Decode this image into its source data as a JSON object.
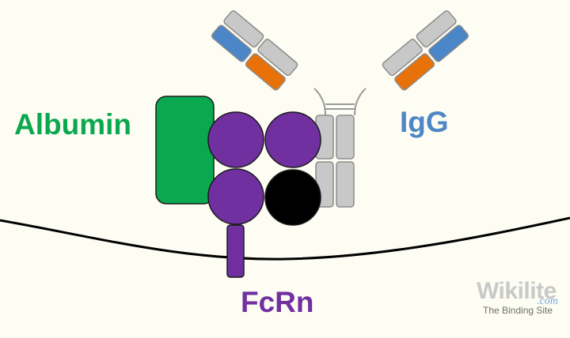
{
  "labels": {
    "albumin": "Albumin",
    "igg": "IgG",
    "fcrn": "FcRn"
  },
  "watermark": {
    "name": "Wikilite",
    "domain": ".com",
    "tagline": "The Binding Site"
  },
  "colors": {
    "background": "#fdfdf3",
    "albumin": "#0aa84f",
    "igg_label": "#4f86c6",
    "fcrn": "#7030a0",
    "beta2m": "#000000",
    "igg_domain_grey": "#c8c8c8",
    "igg_variable_blue": "#4a86c8",
    "igg_variable_orange": "#e8710a",
    "membrane": "#000000"
  }
}
